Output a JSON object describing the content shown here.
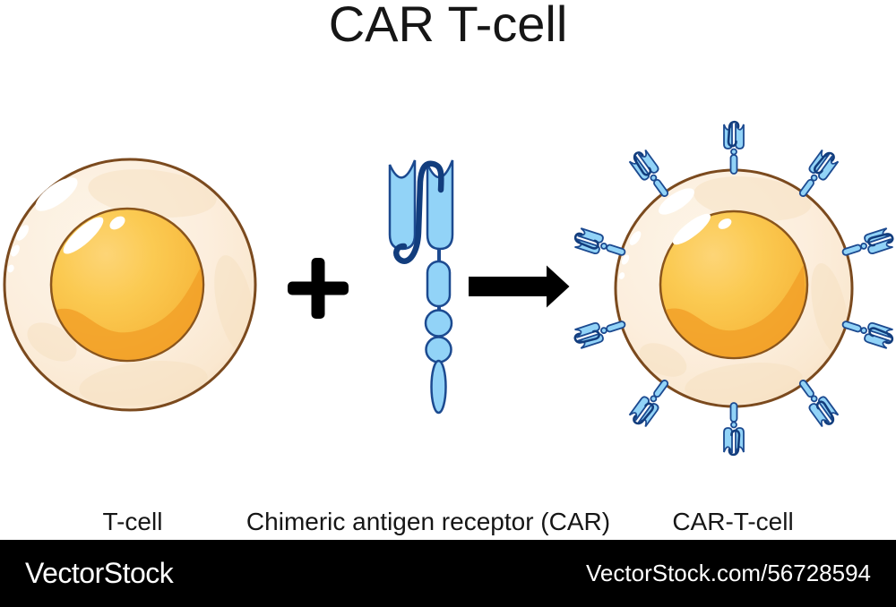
{
  "title": "CAR T-cell",
  "labels": {
    "t_cell": "T-cell",
    "car": "Chimeric antigen receptor (CAR)",
    "car_t_cell": "CAR-T-cell"
  },
  "icons": {
    "plus": "plus-icon",
    "arrow": "right-arrow-icon"
  },
  "footer": {
    "brand": "VectorStock",
    "image_ref": "VectorStock.com/56728594"
  },
  "colors": {
    "background": "#ffffff",
    "text": "#161616",
    "cell_fill": "#fceedd",
    "cell_fill_edge": "#f6dfc2",
    "cell_outline": "#7b4a1e",
    "nucleus_light": "#fdd577",
    "nucleus_mid": "#f9c44b",
    "nucleus_dark": "#f2a129",
    "nucleus_outline": "#8a551c",
    "receptor_fill": "#92d3f7",
    "receptor_outline": "#1c4a90",
    "linker_loop": "#123d7d",
    "symbol": "#000000",
    "footer_bg": "#000000",
    "footer_text": "#ffffff"
  }
}
